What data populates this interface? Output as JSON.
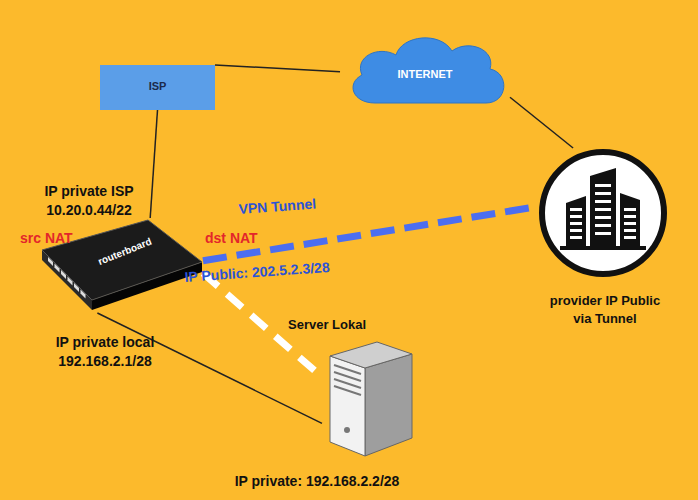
{
  "diagram": {
    "nodes": [
      {
        "text": [
          "ISP"
        ]
      },
      {
        "text": [
          "INTERNET"
        ]
      },
      {
        "text": [
          "IP private ISP 10.20.0.44/22",
          "src NAT",
          "IP private local 192.168.2.1/28"
        ]
      },
      {
        "text": [
          "provider IP Public via Tunnel"
        ]
      },
      {
        "text": [
          "Server Lokal",
          "IP private: 192.168.2.2/28"
        ]
      }
    ],
    "edges": [
      {
        "from": 0,
        "to": 1,
        "arrow": "none"
      },
      {
        "from": 0,
        "to": 2,
        "arrow": "none"
      },
      {
        "from": 1,
        "to": 3,
        "arrow": "none"
      },
      {
        "from": 2,
        "to": 3,
        "arrow": "none",
        "label": "VPN Tunnel"
      },
      {
        "from": 2,
        "to": 4,
        "arrow": "none"
      },
      {
        "from": 2,
        "to": 4,
        "arrow": "none"
      }
    ],
    "labels": [
      "dst NAT",
      "IP Public: 202.5.2.3/28",
      "routerboard"
    ]
  }
}
